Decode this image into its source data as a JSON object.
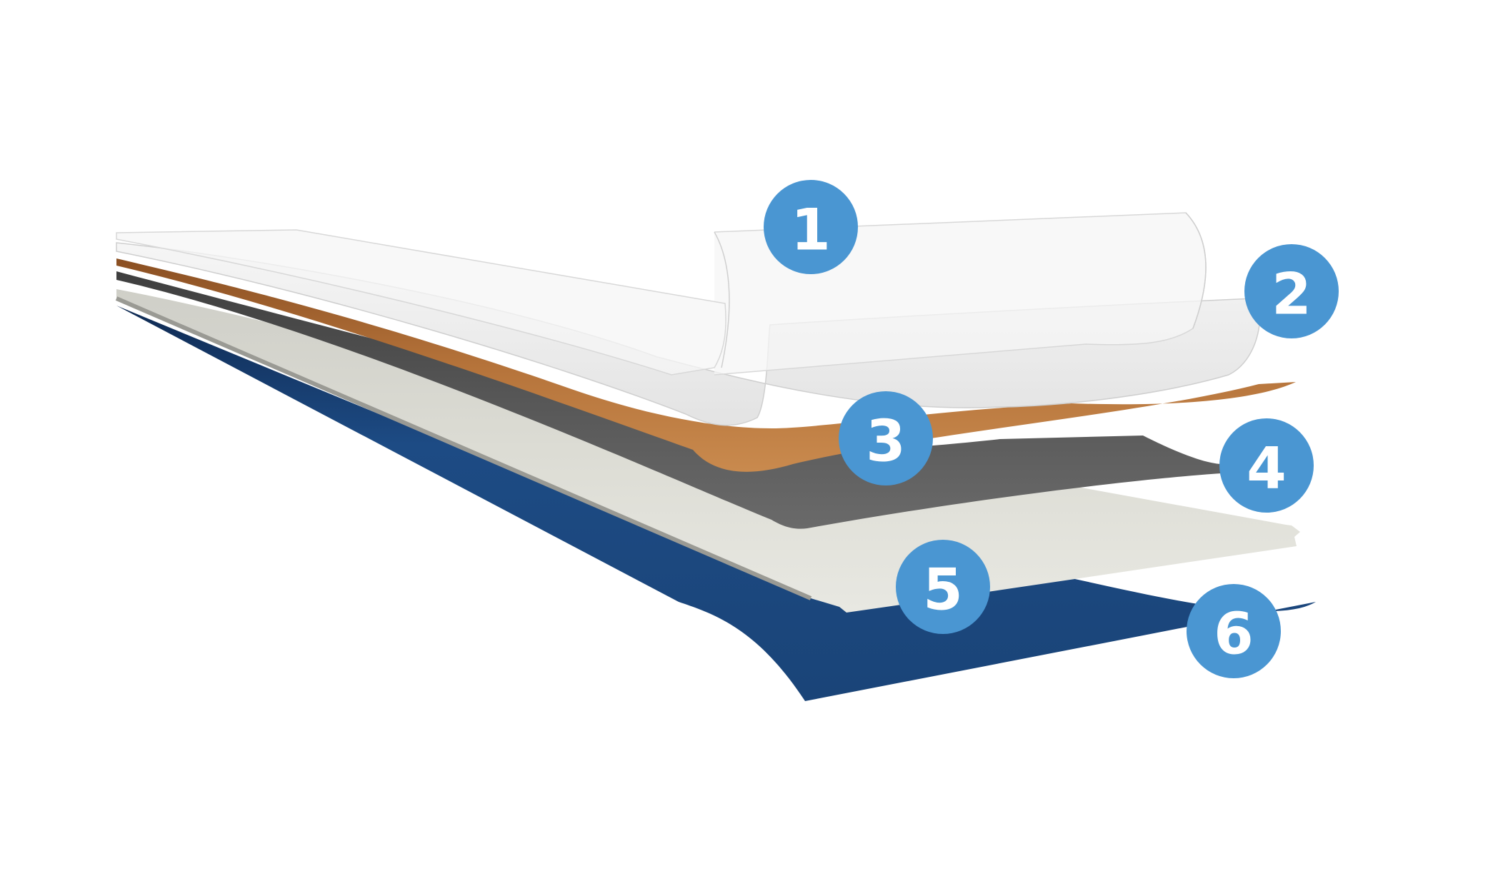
{
  "colors": {
    "badge": "#4a96d2",
    "base_layer": "#1c4a82",
    "core_layer": "#dcdcd4",
    "underlay_layer": "#4e4e4e",
    "decor_layer": "#b5733a",
    "wear_layer": "#e6e6e6",
    "background": "#ffffff"
  },
  "layers": [
    {
      "number": "1"
    },
    {
      "number": "2"
    },
    {
      "number": "3"
    },
    {
      "number": "4"
    },
    {
      "number": "5"
    },
    {
      "number": "6"
    }
  ]
}
